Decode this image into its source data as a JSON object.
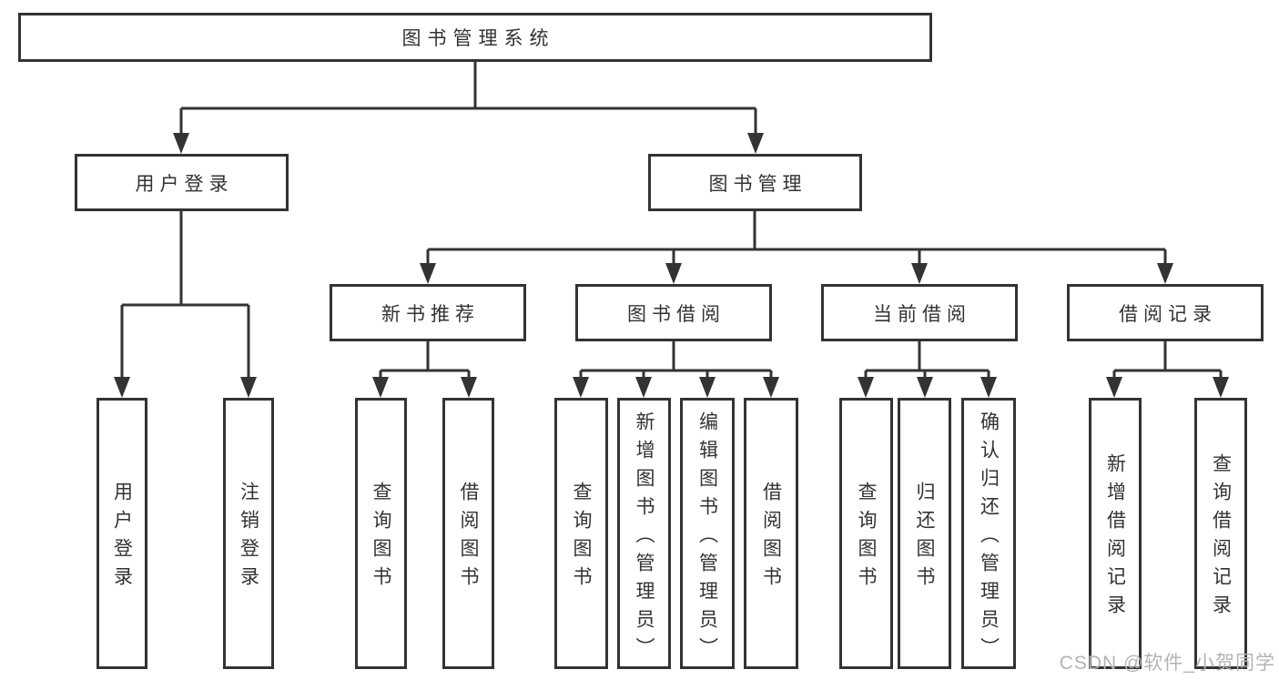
{
  "diagram": {
    "root": {
      "label": "图书管理系统"
    },
    "level2": [
      {
        "label": "用户登录",
        "parent": "图书管理系统"
      },
      {
        "label": "图书管理",
        "parent": "图书管理系统"
      }
    ],
    "level3": [
      {
        "label": "新书推荐",
        "parent": "图书管理"
      },
      {
        "label": "图书借阅",
        "parent": "图书管理"
      },
      {
        "label": "当前借阅",
        "parent": "图书管理"
      },
      {
        "label": "借阅记录",
        "parent": "图书管理"
      }
    ],
    "leaves": [
      {
        "label": "用户登录",
        "parent": "用户登录"
      },
      {
        "label": "注销登录",
        "parent": "用户登录"
      },
      {
        "label": "查询图书",
        "parent": "新书推荐"
      },
      {
        "label": "借阅图书",
        "parent": "新书推荐"
      },
      {
        "label": "查询图书",
        "parent": "图书借阅"
      },
      {
        "label": "新增图书（管理员）",
        "parent": "图书借阅"
      },
      {
        "label": "编辑图书（管理员）",
        "parent": "图书借阅"
      },
      {
        "label": "借阅图书",
        "parent": "图书借阅"
      },
      {
        "label": "查询图书",
        "parent": "当前借阅"
      },
      {
        "label": "归还图书",
        "parent": "当前借阅"
      },
      {
        "label": "确认归还（管理员）",
        "parent": "当前借阅"
      },
      {
        "label": "新增借阅记录",
        "parent": "借阅记录"
      },
      {
        "label": "查询借阅记录",
        "parent": "借阅记录"
      }
    ]
  },
  "watermark": "CSDN @软件_小贺同学",
  "colors": {
    "line": "#333333",
    "border": "#333333",
    "text": "#333333",
    "background": "#ffffff",
    "watermark": "#b3b3b3"
  }
}
